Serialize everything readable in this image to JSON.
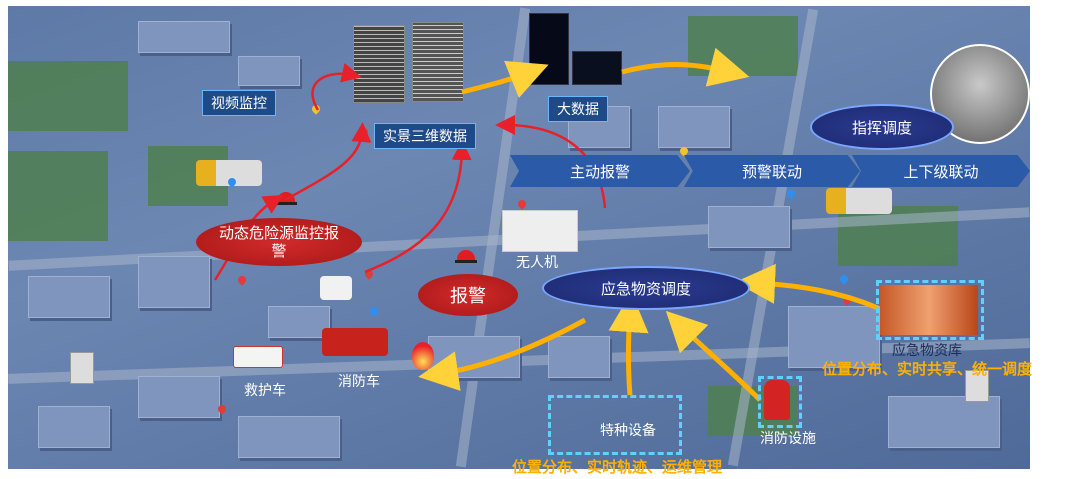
{
  "nodes": {
    "video_monitor": "视频监控",
    "realscene_3d": "实景三维数据",
    "big_data": "大数据",
    "command_dispatch": "指挥调度",
    "active_alarm": "主动报警",
    "warning_linkage": "预警联动",
    "hierarchy_linkage": "上下级联动",
    "dynamic_hazard": "动态危险源监控报警",
    "drone": "无人机",
    "alarm": "报警",
    "emergency_dispatch": "应急物资调度",
    "emergency_depot": "应急物资库",
    "ambulance": "救护车",
    "fire_truck": "消防车",
    "special_equipment": "特种设备",
    "fire_facility": "消防设施"
  },
  "notes": {
    "depot_features": "位置分布、实时共享、统一调度",
    "equipment_features": "位置分布、实时轨迹、运维管理"
  },
  "colors": {
    "accent_yellow": "#ffb000",
    "arrow_red": "#e8202a",
    "dashed_cyan": "#5fd0ff",
    "chevron_blue": "#2a5aa8"
  }
}
